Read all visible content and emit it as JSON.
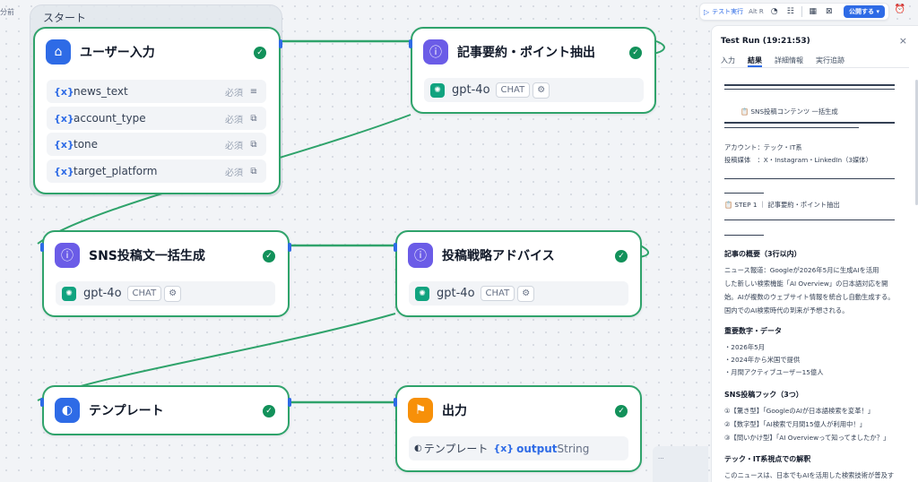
{
  "canvas": {
    "corner_label": "分前",
    "group_title": "スタート",
    "badge_text": "..."
  },
  "nodes": {
    "user_input": {
      "title": "ユーザー入力",
      "icon": "home-icon",
      "vars": [
        {
          "name": "news_text",
          "req": "必須",
          "icon": "paragraph-icon"
        },
        {
          "name": "account_type",
          "req": "必須",
          "icon": "select-icon"
        },
        {
          "name": "tone",
          "req": "必須",
          "icon": "select-icon"
        },
        {
          "name": "target_platform",
          "req": "必須",
          "icon": "select-icon"
        }
      ]
    },
    "summary": {
      "title": "記事要約・ポイント抽出",
      "model": "gpt-4o",
      "mode": "CHAT"
    },
    "sns_gen": {
      "title": "SNS投稿文一括生成",
      "model": "gpt-4o",
      "mode": "CHAT"
    },
    "strategy": {
      "title": "投稿戦略アドバイス",
      "model": "gpt-4o",
      "mode": "CHAT"
    },
    "template": {
      "title": "テンプレート"
    },
    "output": {
      "title": "出力",
      "source": "テンプレート",
      "var_icon": "{x}",
      "var_name": "output",
      "var_type": "String"
    }
  },
  "toolbar": {
    "run_label": "テスト実行",
    "shortcut": "Alt R",
    "publish": "公開する"
  },
  "panel": {
    "title": "Test Run (19:21:53)",
    "tabs": [
      "入力",
      "結果",
      "詳細情報",
      "実行追跡"
    ],
    "active_tab": 1,
    "lines": {
      "box_title": "📋 SNS投稿コンテンツ 一括生成",
      "account": "アカウント：テック・IT系",
      "media": "投稿媒体　：X・Instagram・LinkedIn（3媒体）",
      "step1": "📋 STEP 1 ｜ 記事要約・ポイント抽出",
      "h_summary": "記事の概要（3行以内）",
      "p1": "ニュース報道：Googleが2026年5月に生成AIを活用",
      "p2": "した新しい検索機能「AI Overview」の日本語対応を開",
      "p3": "始。AIが複数のウェブサイト情報を統合し自動生成する。",
      "p4": "国内でのAI検索時代の到来が予想される。",
      "h_data": "重要数字・データ",
      "d1": "・2026年5月",
      "d2": "・2024年から米国で提供",
      "d3": "・月間アクティブユーザー15億人",
      "h_hook": "SNS投稿フック（3つ）",
      "k1": "①【驚き型】「GoogleのAIが日本語検索を変革！」",
      "k2": "②【数字型】「AI検索で月間15億人が利用中！」",
      "k3": "③【問いかけ型】「AI Overviewって知ってましたか？」",
      "h_view": "テック・IT系視点での解釈",
      "v1": "このニュースは、日本でもAIを活用した検索技術が普及す"
    }
  },
  "colors": {
    "success": "#2fa36b",
    "accent": "#2e6be6",
    "icon_blue": "#2e6be6",
    "icon_purple": "#6b5ce7",
    "icon_orange": "#f79009"
  }
}
